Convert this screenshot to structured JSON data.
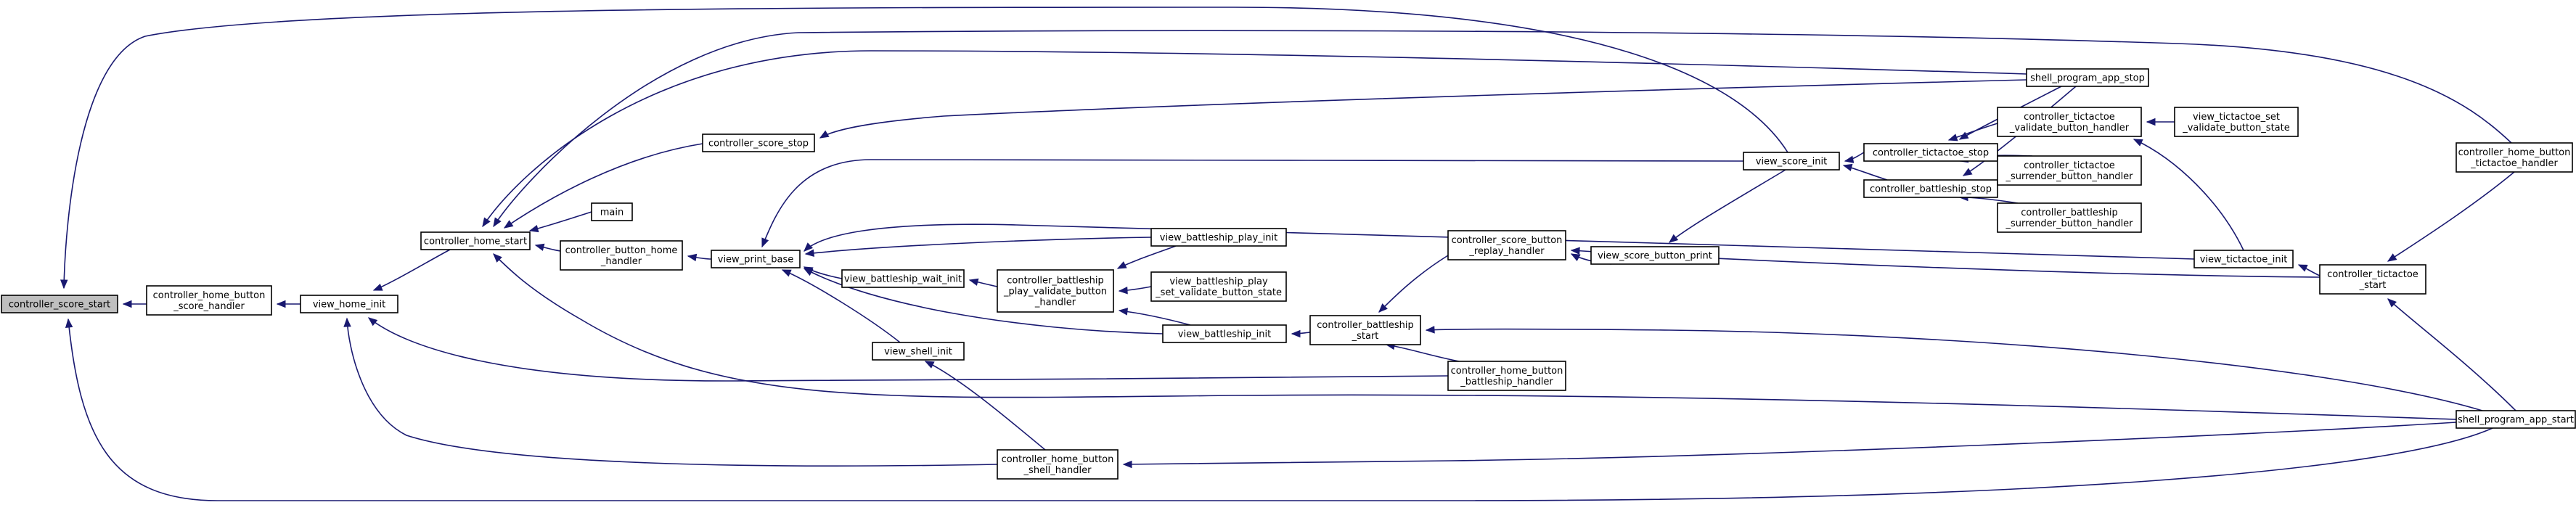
{
  "nodes": {
    "controller_score_start": {
      "lines": [
        "controller_score_start"
      ]
    },
    "controller_home_button_score_handler": {
      "lines": [
        "controller_home_button",
        "_score_handler"
      ]
    },
    "view_home_init": {
      "lines": [
        "view_home_init"
      ]
    },
    "controller_home_start": {
      "lines": [
        "controller_home_start"
      ]
    },
    "controller_score_stop": {
      "lines": [
        "controller_score_stop"
      ]
    },
    "main": {
      "lines": [
        "main"
      ]
    },
    "controller_button_home_handler": {
      "lines": [
        "controller_button_home",
        "_handler"
      ]
    },
    "view_print_base": {
      "lines": [
        "view_print_base"
      ]
    },
    "view_battleship_wait_init": {
      "lines": [
        "view_battleship_wait_init"
      ]
    },
    "view_shell_init": {
      "lines": [
        "view_shell_init"
      ]
    },
    "controller_battleship_play_validate_button_handler": {
      "lines": [
        "controller_battleship",
        "_play_validate_button",
        "_handler"
      ]
    },
    "view_battleship_play_init": {
      "lines": [
        "view_battleship_play_init"
      ]
    },
    "view_battleship_play_set_validate_button_state": {
      "lines": [
        "view_battleship_play",
        "_set_validate_button_state"
      ]
    },
    "view_battleship_init": {
      "lines": [
        "view_battleship_init"
      ]
    },
    "controller_home_button_shell_handler": {
      "lines": [
        "controller_home_button",
        "_shell_handler"
      ]
    },
    "controller_battleship_start": {
      "lines": [
        "controller_battleship",
        "_start"
      ]
    },
    "controller_score_button_replay_handler": {
      "lines": [
        "controller_score_button",
        "_replay_handler"
      ]
    },
    "controller_home_button_battleship_handler": {
      "lines": [
        "controller_home_button",
        "_battleship_handler"
      ]
    },
    "view_score_button_print": {
      "lines": [
        "view_score_button_print"
      ]
    },
    "view_score_init": {
      "lines": [
        "view_score_init"
      ]
    },
    "controller_tictactoe_stop": {
      "lines": [
        "controller_tictactoe_stop"
      ]
    },
    "controller_battleship_stop": {
      "lines": [
        "controller_battleship_stop"
      ]
    },
    "shell_program_app_stop": {
      "lines": [
        "shell_program_app_stop"
      ]
    },
    "controller_tictactoe_validate_button_handler": {
      "lines": [
        "controller_tictactoe",
        "_validate_button_handler"
      ]
    },
    "controller_tictactoe_surrender_button_handler": {
      "lines": [
        "controller_tictactoe",
        "_surrender_button_handler"
      ]
    },
    "controller_battleship_surrender_button_handler": {
      "lines": [
        "controller_battleship",
        "_surrender_button_handler"
      ]
    },
    "view_tictactoe_set_validate_button_state": {
      "lines": [
        "view_tictactoe_set",
        "_validate_button_state"
      ]
    },
    "view_tictactoe_init": {
      "lines": [
        "view_tictactoe_init"
      ]
    },
    "controller_tictactoe_start": {
      "lines": [
        "controller_tictactoe",
        "_start"
      ]
    },
    "controller_home_button_tictactoe_handler": {
      "lines": [
        "controller_home_button",
        "_tictactoe_handler"
      ]
    },
    "shell_program_app_start": {
      "lines": [
        "shell_program_app_start"
      ]
    }
  },
  "current_node": "controller_score_start",
  "edges": [
    {
      "from": "controller_home_button_score_handler",
      "to": "controller_score_start"
    },
    {
      "from": "view_score_init",
      "to": "controller_score_start"
    },
    {
      "from": "shell_program_app_start",
      "to": "controller_score_start"
    },
    {
      "from": "view_home_init",
      "to": "controller_home_button_score_handler"
    },
    {
      "from": "controller_home_start",
      "to": "view_home_init"
    },
    {
      "from": "controller_home_button_battleship_handler",
      "to": "view_home_init"
    },
    {
      "from": "controller_home_button_shell_handler",
      "to": "view_home_init"
    },
    {
      "from": "controller_score_stop",
      "to": "controller_home_start"
    },
    {
      "from": "main",
      "to": "controller_home_start"
    },
    {
      "from": "controller_button_home_handler",
      "to": "controller_home_start"
    },
    {
      "from": "shell_program_app_stop",
      "to": "controller_home_start"
    },
    {
      "from": "controller_home_button_tictactoe_handler",
      "to": "controller_home_start"
    },
    {
      "from": "shell_program_app_start",
      "to": "controller_home_start"
    },
    {
      "from": "view_print_base",
      "to": "controller_button_home_handler"
    },
    {
      "from": "shell_program_app_stop",
      "to": "controller_score_stop"
    },
    {
      "from": "view_battleship_wait_init",
      "to": "view_print_base"
    },
    {
      "from": "view_shell_init",
      "to": "view_print_base"
    },
    {
      "from": "view_battleship_play_init",
      "to": "view_print_base"
    },
    {
      "from": "view_battleship_init",
      "to": "view_print_base"
    },
    {
      "from": "view_score_init",
      "to": "view_print_base"
    },
    {
      "from": "view_tictactoe_init",
      "to": "view_print_base"
    },
    {
      "from": "controller_battleship_play_validate_button_handler",
      "to": "view_battleship_wait_init"
    },
    {
      "from": "view_battleship_play_init",
      "to": "controller_battleship_play_validate_button_handler"
    },
    {
      "from": "view_battleship_play_set_validate_button_state",
      "to": "controller_battleship_play_validate_button_handler"
    },
    {
      "from": "view_battleship_init",
      "to": "controller_battleship_play_validate_button_handler"
    },
    {
      "from": "controller_battleship_start",
      "to": "view_battleship_init"
    },
    {
      "from": "controller_home_button_shell_handler",
      "to": "view_shell_init"
    },
    {
      "from": "shell_program_app_start",
      "to": "controller_home_button_shell_handler"
    },
    {
      "from": "controller_score_button_replay_handler",
      "to": "controller_battleship_start"
    },
    {
      "from": "controller_home_button_battleship_handler",
      "to": "controller_battleship_start"
    },
    {
      "from": "shell_program_app_start",
      "to": "controller_battleship_start"
    },
    {
      "from": "view_score_button_print",
      "to": "controller_score_button_replay_handler"
    },
    {
      "from": "controller_tictactoe_start",
      "to": "controller_score_button_replay_handler"
    },
    {
      "from": "view_score_init",
      "to": "view_score_button_print"
    },
    {
      "from": "controller_tictactoe_stop",
      "to": "view_score_init"
    },
    {
      "from": "controller_battleship_stop",
      "to": "view_score_init"
    },
    {
      "from": "shell_program_app_stop",
      "to": "controller_tictactoe_stop"
    },
    {
      "from": "controller_tictactoe_validate_button_handler",
      "to": "controller_tictactoe_stop"
    },
    {
      "from": "controller_tictactoe_surrender_button_handler",
      "to": "controller_tictactoe_stop"
    },
    {
      "from": "shell_program_app_stop",
      "to": "controller_battleship_stop"
    },
    {
      "from": "controller_battleship_surrender_button_handler",
      "to": "controller_battleship_stop"
    },
    {
      "from": "view_tictactoe_set_validate_button_state",
      "to": "controller_tictactoe_validate_button_handler"
    },
    {
      "from": "view_tictactoe_init",
      "to": "controller_tictactoe_validate_button_handler"
    },
    {
      "from": "controller_tictactoe_start",
      "to": "view_tictactoe_init"
    },
    {
      "from": "controller_home_button_tictactoe_handler",
      "to": "controller_tictactoe_start"
    },
    {
      "from": "shell_program_app_start",
      "to": "controller_tictactoe_start"
    }
  ]
}
